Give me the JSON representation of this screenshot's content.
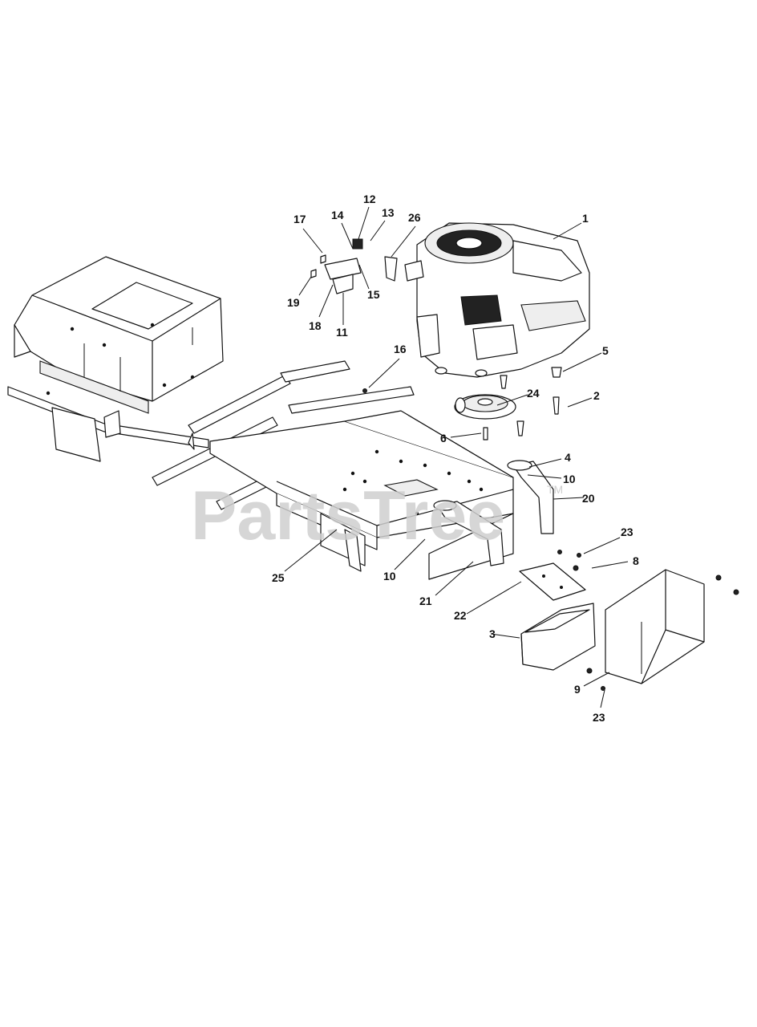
{
  "watermark": {
    "brand": "PartsTree",
    "mark": "TM"
  },
  "callouts": [
    {
      "id": "1",
      "label": "1"
    },
    {
      "id": "2",
      "label": "2"
    },
    {
      "id": "3",
      "label": "3"
    },
    {
      "id": "4",
      "label": "4"
    },
    {
      "id": "5",
      "label": "5"
    },
    {
      "id": "6",
      "label": "6"
    },
    {
      "id": "8",
      "label": "8"
    },
    {
      "id": "9",
      "label": "9"
    },
    {
      "id": "10a",
      "label": "10"
    },
    {
      "id": "10b",
      "label": "10"
    },
    {
      "id": "11",
      "label": "11"
    },
    {
      "id": "12",
      "label": "12"
    },
    {
      "id": "13",
      "label": "13"
    },
    {
      "id": "14",
      "label": "14"
    },
    {
      "id": "15",
      "label": "15"
    },
    {
      "id": "16",
      "label": "16"
    },
    {
      "id": "17",
      "label": "17"
    },
    {
      "id": "18",
      "label": "18"
    },
    {
      "id": "19",
      "label": "19"
    },
    {
      "id": "20",
      "label": "20"
    },
    {
      "id": "21",
      "label": "21"
    },
    {
      "id": "22",
      "label": "22"
    },
    {
      "id": "23a",
      "label": "23"
    },
    {
      "id": "23b",
      "label": "23"
    },
    {
      "id": "24",
      "label": "24"
    },
    {
      "id": "25",
      "label": "25"
    },
    {
      "id": "26",
      "label": "26"
    }
  ]
}
